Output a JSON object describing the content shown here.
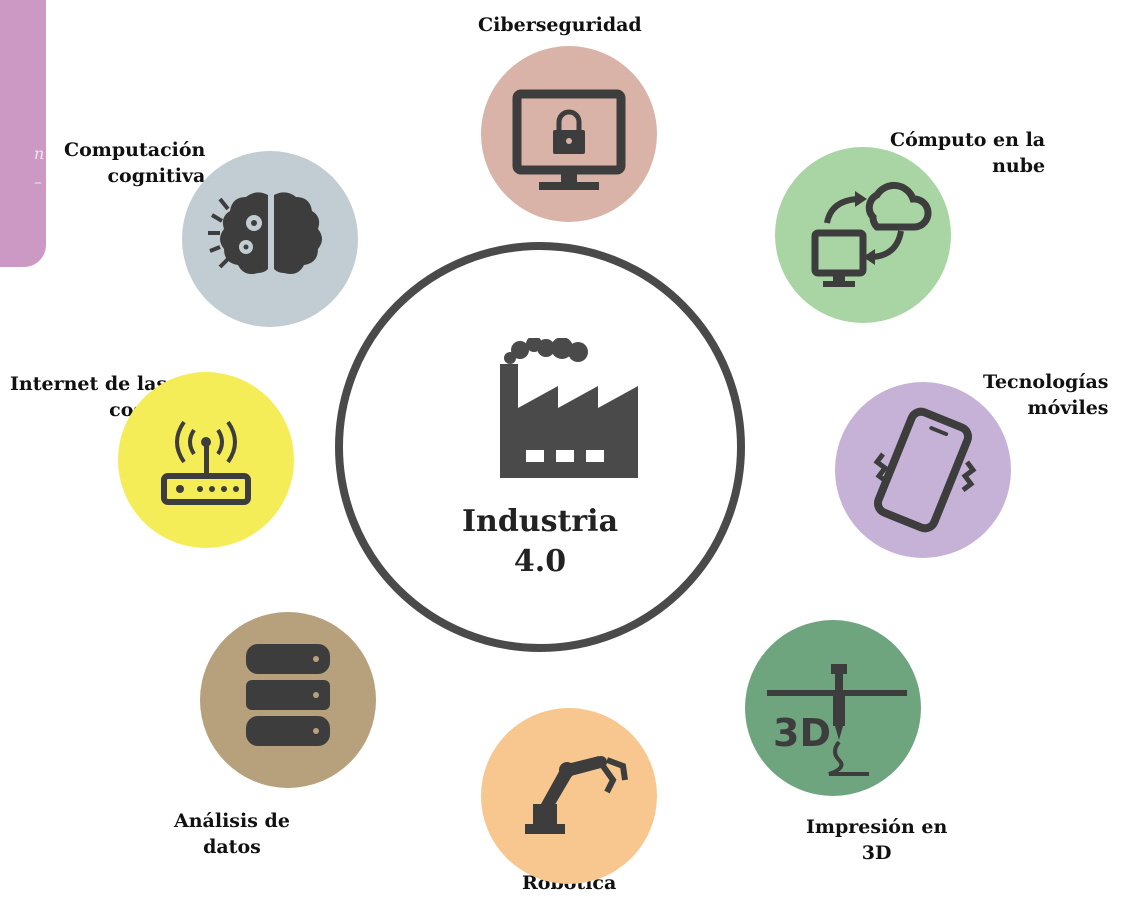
{
  "side_tab": {
    "color": "#cc99c4",
    "fragments": [
      "n",
      "–"
    ]
  },
  "center": {
    "title_line1": "Industria",
    "title_line2": "4.0",
    "icon": "factory-icon"
  },
  "nodes": [
    {
      "id": "ciberseguridad",
      "label": [
        "Ciberseguridad"
      ],
      "color": "#d9b3a8",
      "icon": "monitor-lock-icon"
    },
    {
      "id": "computo-nube",
      "label": [
        "Cómputo en la",
        "nube"
      ],
      "color": "#a9d4a3",
      "icon": "cloud-sync-icon"
    },
    {
      "id": "tecnologias-moviles",
      "label": [
        "Tecnologías",
        "móviles"
      ],
      "color": "#c5b2d6",
      "icon": "smartphone-icon"
    },
    {
      "id": "impresion-3d",
      "label": [
        "Impresión en",
        "3D"
      ],
      "color": "#6ea57f",
      "icon": "3d-printer-icon"
    },
    {
      "id": "robotica",
      "label": [
        "Robótica"
      ],
      "color": "#f7c78f",
      "icon": "robot-arm-icon"
    },
    {
      "id": "analisis-datos",
      "label": [
        "Análisis de",
        "datos"
      ],
      "color": "#b6a17c",
      "icon": "database-icon"
    },
    {
      "id": "internet-cosas",
      "label": [
        "Internet de las",
        "cosas"
      ],
      "color": "#f4ed57",
      "icon": "router-icon"
    },
    {
      "id": "computacion-cognitiva",
      "label": [
        "Computación",
        "cognitiva"
      ],
      "color": "#c1ccd3",
      "icon": "brain-gears-icon"
    }
  ]
}
